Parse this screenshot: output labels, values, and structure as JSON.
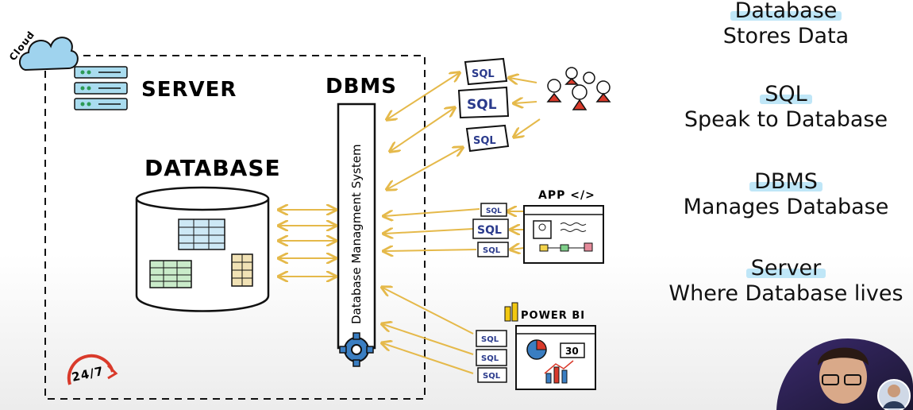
{
  "labels": {
    "cloud": "Cloud",
    "server": "SERVER",
    "dbms": "DBMS",
    "database": "DATABASE",
    "dbms_full": "Database Managment System",
    "app": "APP </>",
    "powerbi": "POWER BI",
    "sql": "SQL",
    "always_on": "24/7",
    "kpi_value": "30"
  },
  "legend": [
    {
      "title": "Database",
      "desc": "Stores Data"
    },
    {
      "title": "SQL",
      "desc": "Speak to Database"
    },
    {
      "title": "DBMS",
      "desc": "Manages Database"
    },
    {
      "title": "Server",
      "desc": "Where Database lives"
    }
  ],
  "colors": {
    "arrow": "#e5b94a",
    "highlight": "#bfe6f7",
    "cloud": "#9fd3ee",
    "server": "#a9dcef",
    "sql_text": "#2a3a8c",
    "gear": "#3a7ec2",
    "badge_red": "#d93a2b"
  }
}
